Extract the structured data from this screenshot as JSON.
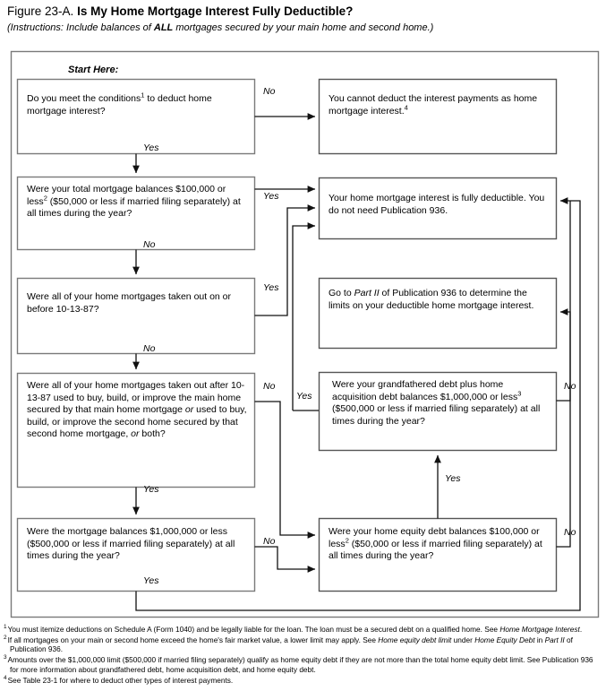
{
  "header": {
    "figure_label": "Figure 23-A.",
    "title": "Is My Home Mortgage Interest Fully Deductible?",
    "instructions_pre": "(Instructions: Include balances of ",
    "instructions_bold": "ALL",
    "instructions_post": " mortgages secured by your main home and second home.)"
  },
  "start_label": "Start Here:",
  "nodes": {
    "q1": {
      "text": "Do you meet the conditions¹ to deduct home mortgage interest?"
    },
    "r1": {
      "text": "You cannot deduct the interest payments as home mortgage interest.⁴"
    },
    "q2": {
      "text": "Were your total mortgage balances $100,000 or less² ($50,000 or less if married filing separately) at all times during the year?"
    },
    "r2": {
      "text": "Your home mortgage interest is fully deductible. You do not need Publication 936."
    },
    "q3": {
      "text": "Were all of your home mortgages taken out on or before 10-13-87?"
    },
    "r3": {
      "text": "Go to Part II of Publication 936 to determine the limits on your deductible home mortgage interest."
    },
    "q4": {
      "text": "Were all of your home mortgages taken out after 10-13-87 used to buy, build, or improve the main home secured by that main home mortgage or used to buy, build, or improve the second home secured by that second home mortgage, or both?"
    },
    "q5": {
      "text": "Were your grandfathered debt plus home acquisition debt balances $1,000,000 or less³ ($500,000 or less if married filing separately) at all times during the year?"
    },
    "q6": {
      "text": "Were the mortgage balances $1,000,000 or less ($500,000 or less if married filing separately) at all times during the year?"
    },
    "q7": {
      "text": "Were your home equity debt balances $100,000 or less² ($50,000 or less if married filing separately) at all times during the year?"
    }
  },
  "edges": {
    "q1_no": "No",
    "q1_yes": "Yes",
    "q2_yes": "Yes",
    "q2_no": "No",
    "q3_yes": "Yes",
    "q3_no": "No",
    "q4_no": "No",
    "q4_yes": "Yes",
    "q5_yes": "Yes",
    "q5_no": "No",
    "q6_no": "No",
    "q6_yes": "Yes",
    "q7_no": "No"
  },
  "footnotes": [
    {
      "marker": "1",
      "text_pre": "You must itemize deductions on Schedule A (Form 1040) and be legally liable for the loan. The loan must be a secured debt on a qualified home. See ",
      "italic": "Home Mortgage Interest",
      "text_post": "."
    },
    {
      "marker": "2",
      "text_pre": "If all mortgages on your main or second home exceed the home's fair market value, a lower limit may apply. See ",
      "italic": "Home equity debt limit",
      "mid": " under ",
      "italic2": "Home Equity Debt",
      "mid2": " in ",
      "italic3": "Part II",
      "text_post": " of Publication 936."
    },
    {
      "marker": "3",
      "text_pre": "Amounts over the $1,000,000 limit ($500,000 if married filing separately) qualify as home equity debt if they are not more than the total home equity debt limit. See Publication 936 for more information about grandfathered debt, home acquisition debt, and home equity debt."
    },
    {
      "marker": "4",
      "text_pre": "See Table 23-1 for where to deduct other types of interest payments."
    }
  ],
  "colors": {
    "border": "#7a7a7a",
    "line": "#1a1a1a",
    "text": "#000000",
    "background": "#ffffff"
  }
}
